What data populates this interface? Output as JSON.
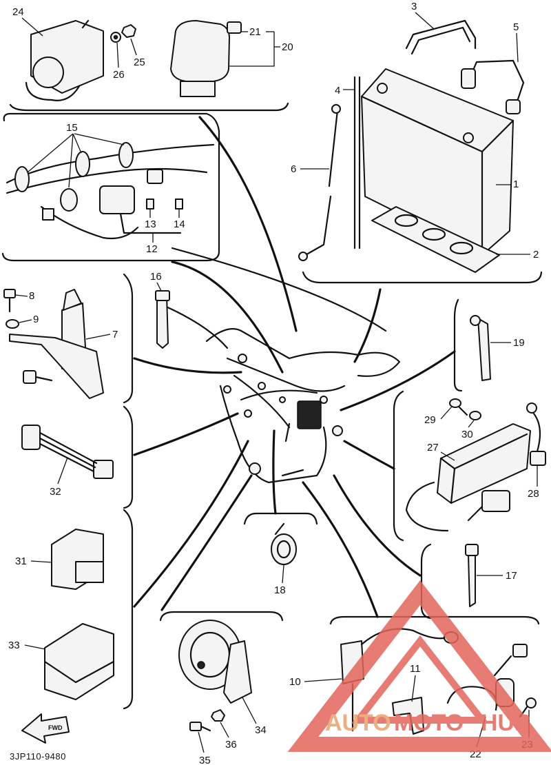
{
  "document": {
    "code": "3JP110-9480"
  },
  "front_arrow": {
    "label": "FWD"
  },
  "watermark": {
    "left": "AUTO",
    "mid": "MOTO",
    "right": "HUB",
    "color_main": "#e2665b",
    "color_left": "#e8a26a"
  },
  "callouts": [
    {
      "id": "1",
      "text": "1"
    },
    {
      "id": "2",
      "text": "2"
    },
    {
      "id": "3",
      "text": "3"
    },
    {
      "id": "4",
      "text": "4"
    },
    {
      "id": "5",
      "text": "5"
    },
    {
      "id": "6",
      "text": "6"
    },
    {
      "id": "7",
      "text": "7"
    },
    {
      "id": "8",
      "text": "8"
    },
    {
      "id": "9",
      "text": "9"
    },
    {
      "id": "10",
      "text": "10"
    },
    {
      "id": "11",
      "text": "11"
    },
    {
      "id": "12",
      "text": "12"
    },
    {
      "id": "13",
      "text": "13"
    },
    {
      "id": "14",
      "text": "14"
    },
    {
      "id": "15",
      "text": "15"
    },
    {
      "id": "16",
      "text": "16"
    },
    {
      "id": "17",
      "text": "17"
    },
    {
      "id": "18",
      "text": "18"
    },
    {
      "id": "19",
      "text": "19"
    },
    {
      "id": "20",
      "text": "20"
    },
    {
      "id": "21",
      "text": "21"
    },
    {
      "id": "22",
      "text": "22"
    },
    {
      "id": "23",
      "text": "23"
    },
    {
      "id": "24",
      "text": "24"
    },
    {
      "id": "25",
      "text": "25"
    },
    {
      "id": "26",
      "text": "26"
    },
    {
      "id": "27",
      "text": "27"
    },
    {
      "id": "28",
      "text": "28"
    },
    {
      "id": "29",
      "text": "29"
    },
    {
      "id": "30",
      "text": "30"
    },
    {
      "id": "31",
      "text": "31"
    },
    {
      "id": "32",
      "text": "32"
    },
    {
      "id": "33",
      "text": "33"
    },
    {
      "id": "34",
      "text": "34"
    },
    {
      "id": "35",
      "text": "35"
    },
    {
      "id": "36",
      "text": "36"
    }
  ]
}
